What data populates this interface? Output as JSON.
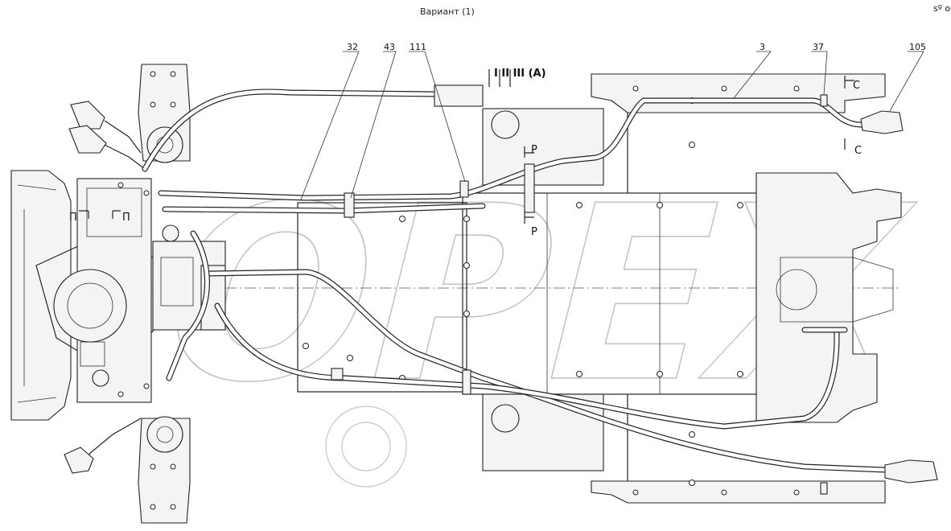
{
  "title": "Вариант (1)",
  "corner_mark": "sº ooo",
  "watermark": "OPEX",
  "callouts": [
    {
      "id": "32",
      "text": "32"
    },
    {
      "id": "43",
      "text": "43"
    },
    {
      "id": "111",
      "text": "111"
    },
    {
      "id": "3",
      "text": "3"
    },
    {
      "id": "37",
      "text": "37"
    },
    {
      "id": "105",
      "text": "105"
    }
  ],
  "view_label": "I II III (A)",
  "section_marks": [
    {
      "id": "p-top",
      "text": "P"
    },
    {
      "id": "p-bottom",
      "text": "P"
    },
    {
      "id": "c-top",
      "text": "C"
    },
    {
      "id": "c-bottom",
      "text": "C"
    },
    {
      "id": "pi-left",
      "text": "П"
    },
    {
      "id": "pi-right",
      "text": "П"
    }
  ]
}
